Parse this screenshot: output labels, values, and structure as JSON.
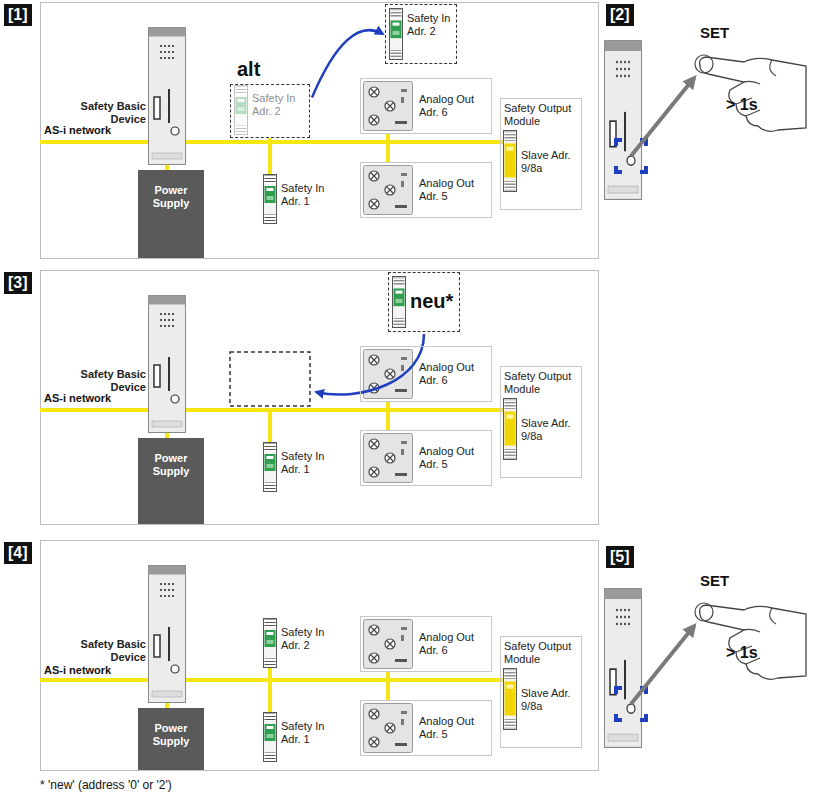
{
  "diagram": {
    "caption": "* 'new' (address '0' or '2')",
    "nodes": [
      {
        "text": [
          "Safety In Adr. 2"
        ]
      },
      {
        "text": [
          "alt",
          "Safety In Adr. 2"
        ]
      },
      {
        "text": [
          "Safety Basic Device"
        ]
      },
      {
        "text": [
          "Analog Out Adr. 6"
        ]
      },
      {
        "text": [
          "Safety Output Module",
          "Slave Adr. 9/8a"
        ]
      },
      {
        "text": [
          "Power Supply"
        ]
      },
      {
        "text": [
          "Safety In Adr. 1"
        ]
      },
      {
        "text": [
          "Analog Out Adr. 5"
        ]
      },
      {
        "text": [
          "neu*"
        ]
      },
      {
        "text": [
          "Safety Basic Device"
        ]
      },
      {
        "text": [
          "Analog Out Adr. 6"
        ]
      },
      {
        "text": [
          "Safety Output Module",
          "Slave Adr. 9/8a"
        ]
      },
      {
        "text": [
          "Power Supply"
        ]
      },
      {
        "text": [
          "Safety In Adr. 1"
        ]
      },
      {
        "text": [
          "Analog Out Adr. 5"
        ]
      },
      {
        "text": [
          "Safety In Adr. 2"
        ]
      },
      {
        "text": [
          "Safety Basic Device"
        ]
      },
      {
        "text": [
          "Analog Out Adr. 6"
        ]
      },
      {
        "text": [
          "Safety Output Module",
          "Slave Adr. 9/8a"
        ]
      },
      {
        "text": [
          "Power Supply"
        ]
      },
      {
        "text": [
          "Safety In Adr. 1"
        ]
      },
      {
        "text": [
          "Analog Out Adr. 5"
        ]
      }
    ],
    "edges": [
      {
        "from": 1,
        "to": 0,
        "arrow": "to"
      }
    ],
    "labels": [
      "[1]",
      "AS-i network",
      "[2]",
      "SET",
      "> 1s",
      "[3]",
      "AS-i network",
      "[4]",
      "AS-i network",
      "[5]",
      "SET",
      "> 1s"
    ]
  }
}
